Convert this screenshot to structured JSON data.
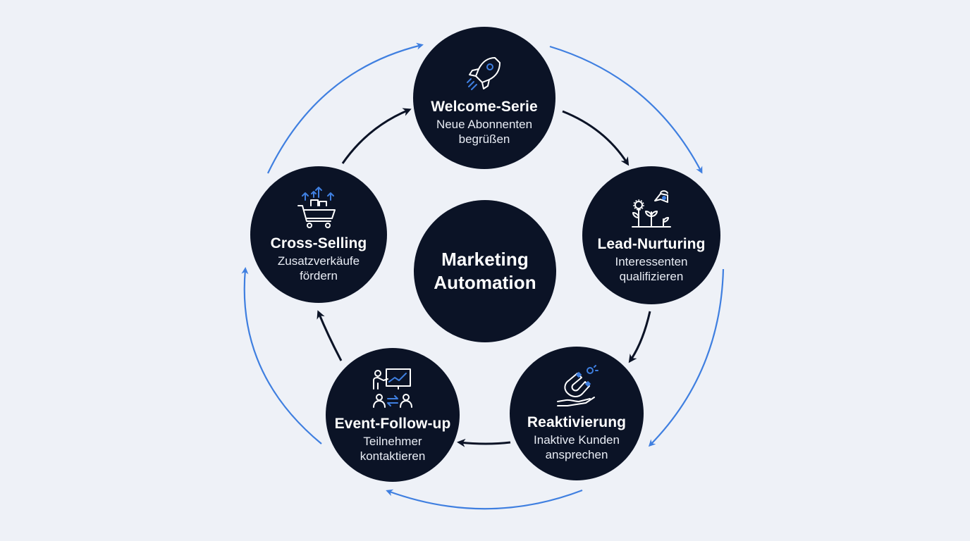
{
  "center": {
    "title": "Marketing Automation"
  },
  "nodes": [
    {
      "id": "welcome",
      "title": "Welcome-Serie",
      "subtitle": "Neue Abonnenten begrüßen",
      "icon": "rocket-icon"
    },
    {
      "id": "lead",
      "title": "Lead-Nurturing",
      "subtitle": "Interessenten qualifizieren",
      "icon": "growing-plants-icon"
    },
    {
      "id": "reaktivierung",
      "title": "Reaktivierung",
      "subtitle": "Inaktive Kunden ansprechen",
      "icon": "magnet-icon"
    },
    {
      "id": "event",
      "title": "Event-Follow-up",
      "subtitle": "Teilnehmer kontaktieren",
      "icon": "presentation-icon"
    },
    {
      "id": "cross",
      "title": "Cross-Selling",
      "subtitle": "Zusatzverkäufe fördern",
      "icon": "shopping-cart-icon"
    }
  ],
  "colors": {
    "node_bg": "#0b1326",
    "accent_blue": "#3f7fe0",
    "inner_arrow": "#0b1326",
    "background": "#eef1f7"
  }
}
